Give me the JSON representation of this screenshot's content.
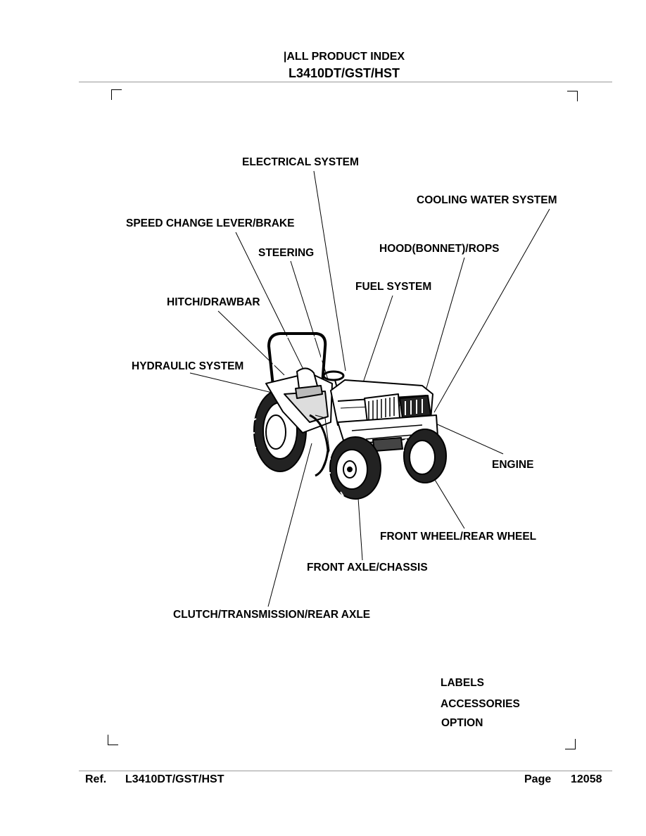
{
  "header": {
    "marker": "|",
    "title": "ALL PRODUCT INDEX",
    "model": "L3410DT/GST/HST"
  },
  "diagram": {
    "labels": {
      "electrical": "ELECTRICAL SYSTEM",
      "cooling": "COOLING WATER SYSTEM",
      "speed_change": "SPEED CHANGE LEVER/BRAKE",
      "steering": "STEERING",
      "hood": "HOOD(BONNET)/ROPS",
      "fuel": "FUEL SYSTEM",
      "hitch": "HITCH/DRAWBAR",
      "hydraulic": "HYDRAULIC SYSTEM",
      "engine": "ENGINE",
      "wheels": "FRONT WHEEL/REAR WHEEL",
      "front_axle": "FRONT AXLE/CHASSIS",
      "clutch": "CLUTCH/TRANSMISSION/REAR AXLE"
    }
  },
  "extras": {
    "labels": "LABELS",
    "accessories": "ACCESSORIES",
    "option": "OPTION"
  },
  "footer": {
    "ref_label": "Ref.",
    "ref_model": "L3410DT/GST/HST",
    "page_label": "Page",
    "page_number": "12058"
  }
}
